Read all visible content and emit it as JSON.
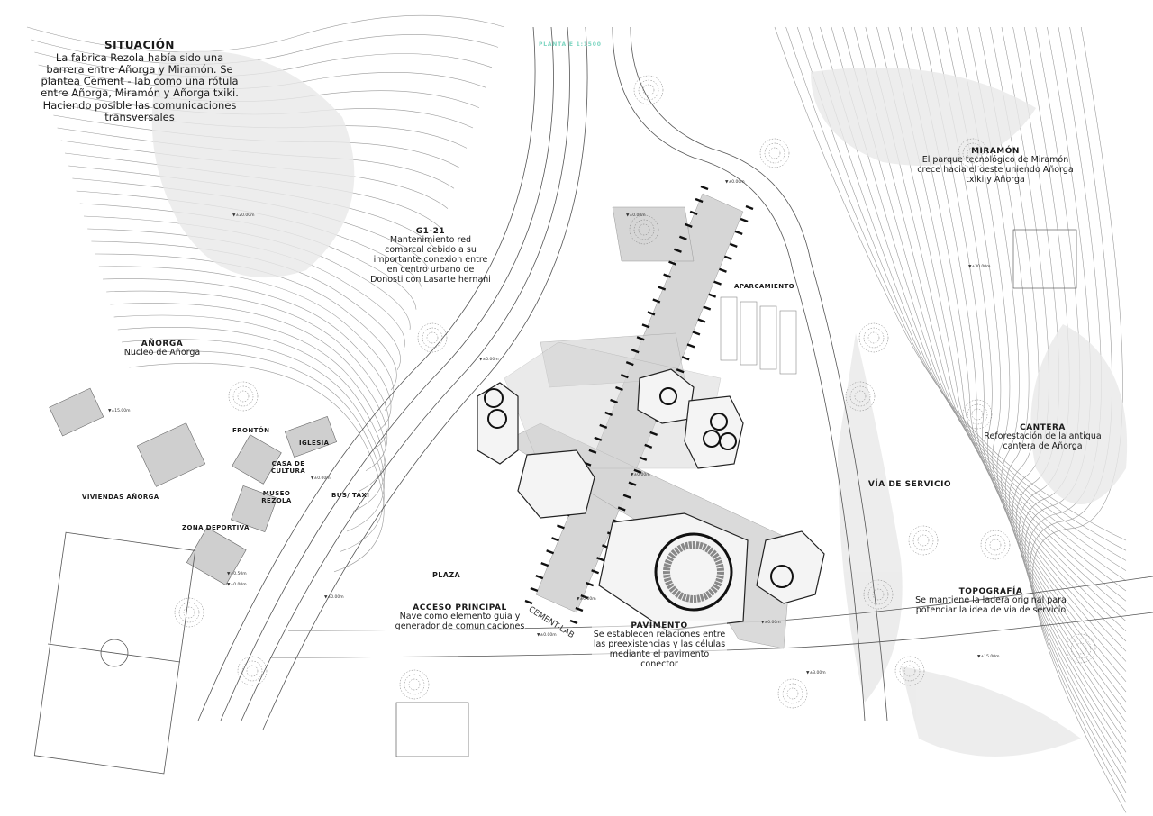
{
  "scale_title": "PLANTA E 1:1500",
  "situacion": {
    "title": "SITUACIÓN",
    "text": "La fabrica Rezola había sido una barrera entre Añorga y Miramón. Se plantea Cement - lab como una rótula entre Añorga, Miramón y Añorga txiki. Haciendo posible las comunicaciones transversales"
  },
  "miramon": {
    "title": "MIRAMÓN",
    "text": "El parque tecnológico de Miramón crece hacia el oeste uniendo Añorga txiki y Añorga"
  },
  "g121": {
    "title": "G1-21",
    "text": "Mantenimiento red comarcal debido a su importante conexion entre en centro urbano de Donosti con Lasarte hernani"
  },
  "anorga": {
    "title": "AÑORGA",
    "text": "Nucleo de Añorga"
  },
  "cantera": {
    "title": "CANTERA",
    "text": "Reforestación de la antigua cantera de Añorga"
  },
  "via_servicio": {
    "title": "VÍA DE SERVICIO"
  },
  "topografia": {
    "title": "TOPOGRAFÍA",
    "text": "Se mantiene la ladera original para potenciar la idea de via de servicio"
  },
  "acceso": {
    "title": "ACCESO PRINCIPAL",
    "text": "Nave como elemento guia y generador de comunicaciones"
  },
  "pavimento": {
    "title": "PAVIMENTO",
    "text": "Se establecen relaciones entre las preexistencias y las células mediante el pavimento conector"
  },
  "place_tags": {
    "aparcamiento": "APARCAMIENTO",
    "fronton": "FRONTÓN",
    "iglesia": "IGLESIA",
    "casa_cultura": "CASA DE CULTURA",
    "museo": "MUSEO REZOLA",
    "bus": "BUS/ TAXI",
    "viviendas": "VIVIENDAS AÑORGA",
    "zona_deportiva": "ZONA DEPORTIVA",
    "plaza": "PLAZA"
  },
  "cement_lab": "CEMENT-LAB",
  "levels": {
    "l1": "▼±20.00m",
    "l2": "▼±15.00m",
    "l3": "▼±0.00m",
    "l4": "▼±0.00m",
    "l5": "▼±0.00m",
    "l6": "▼±0.00m",
    "l7": "▼±0.00m",
    "l8": "▼±0.00m",
    "l9": "▼±0.00m",
    "l10": "▼±0.50m",
    "l11": "▼±0.00m",
    "l12": "▼±30.00m",
    "l13": "▼±3.00m",
    "l14": "▼±15.00m",
    "l15": "▼±0.00m",
    "l16": "▼±0.00m"
  }
}
